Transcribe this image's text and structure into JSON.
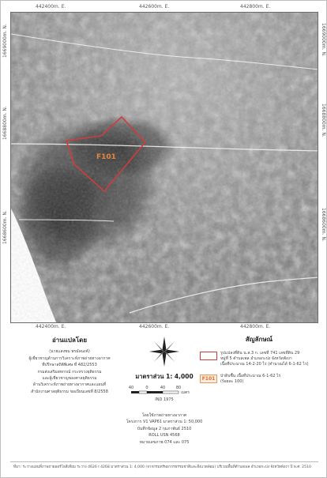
{
  "map": {
    "coordinates": {
      "top": [
        "442400m. E.",
        "442600m. E.",
        "442800m. E."
      ],
      "bottom": [
        "442400m. E.",
        "442600m. E.",
        "442800m. E."
      ],
      "left": [
        "1669000m. N.",
        "1668800m. N.",
        "1668600m. N."
      ],
      "right": [
        "1669000m. N.",
        "1668800m. N.",
        "1668600m. N."
      ]
    },
    "parcel_label": "F101",
    "colors": {
      "parcel_outline": "#d03c3c",
      "parcel_label": "#e8873c",
      "road_lines": "#f2f2f2"
    }
  },
  "legend": {
    "interpreter": {
      "title": "อ่านแปลโดย",
      "lines": [
        "(นายแสงชม  พรมัลนงค์)",
        "ผู้เชี่ยวชาญด้านการวิเคราะห์ภาพถ่ายทางอากาศ",
        "ที่ปรึกษาสถิติพิเศษ ที่ 482/2553",
        "กรมส่งเสริมสหกรณ์ กระทรวงยุติธรรม",
        "และผู้เชี่ยวชาญของศาลยุติธรรม",
        "ด้านวิเคราะห์ภาพถ่ายทางอากาศและแผนที่",
        "สำนักงานศาลยุติธรรม ขอเบียนเลขที่ 8/2558"
      ]
    },
    "scale": {
      "title": "มาตราส่วน 1: 4,000",
      "ticks": [
        "40",
        "0",
        "40",
        "80"
      ],
      "unit": "เมตร",
      "datum": "IND 1975"
    },
    "photo_info": [
      "โดยใช้ภาพถ่ายทางอากาศ",
      "โครงการ V1 VAP61 มาตราส่วน 1: 50,000",
      "บันทึกข้อมูล 2 กุมภาพันธ์ 2510",
      "ROLL USN 4568",
      "หมายเลขภาพ 074 และ 075"
    ],
    "symbols": {
      "title": "สัญลักษณ์",
      "items": [
        {
          "symbol": "",
          "lines": [
            "รูปแปลงที่ดิน น.ส.3 ก. เลขที่ 741 เลขที่ดิน 29",
            "หมู่ที่ 5 ตำบลเพล อำเภอกะปง จังหวัดพังงา",
            "เนื้อที่ประมาณ 14-2-20 ไร่ (คำนวณได้ 6-1-62 ไร่)"
          ]
        },
        {
          "symbol": "F101",
          "lines": [
            "ป่าดิบชื้น เนื้อที่ประมาณ 6-1-62 ไร่",
            "(ร้อยละ 100)"
          ]
        }
      ]
    }
  },
  "note": "ที่มา: ระวางแผนที่ภาพถ่ายออร์โธสีเทียม ระวาง 4626 I 4268 มาตราส่วน 1: 4,000 (จากกรมทรัพยากรธรรมชาติและสิ่งแวดล้อม) บริเวณพื้นที่ตำบลเพล อำเภอกะปง จังหวัดพังงา ปี พ.ศ. 2510"
}
